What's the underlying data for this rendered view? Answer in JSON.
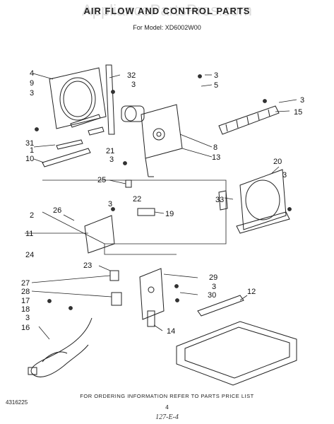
{
  "header": {
    "title": "AIR FLOW AND CONTROL PARTS",
    "model": "For Model: XD6002W00",
    "watermark": "AppliancePartsPros.com"
  },
  "callouts": [
    "1",
    "2",
    "3",
    "3",
    "3",
    "3",
    "3",
    "3",
    "3",
    "3",
    "3",
    "4",
    "5",
    "8",
    "9",
    "10",
    "11",
    "12",
    "13",
    "14",
    "15",
    "16",
    "17",
    "18",
    "19",
    "20",
    "21",
    "22",
    "23",
    "24",
    "25",
    "26",
    "27",
    "28",
    "29",
    "30",
    "31",
    "32",
    "33"
  ],
  "footer": {
    "instruction": "FOR ORDERING INFORMATION REFER TO PARTS PRICE LIST",
    "doc_number": "4316225",
    "page_number": "4",
    "handwritten": "127-E-4"
  }
}
